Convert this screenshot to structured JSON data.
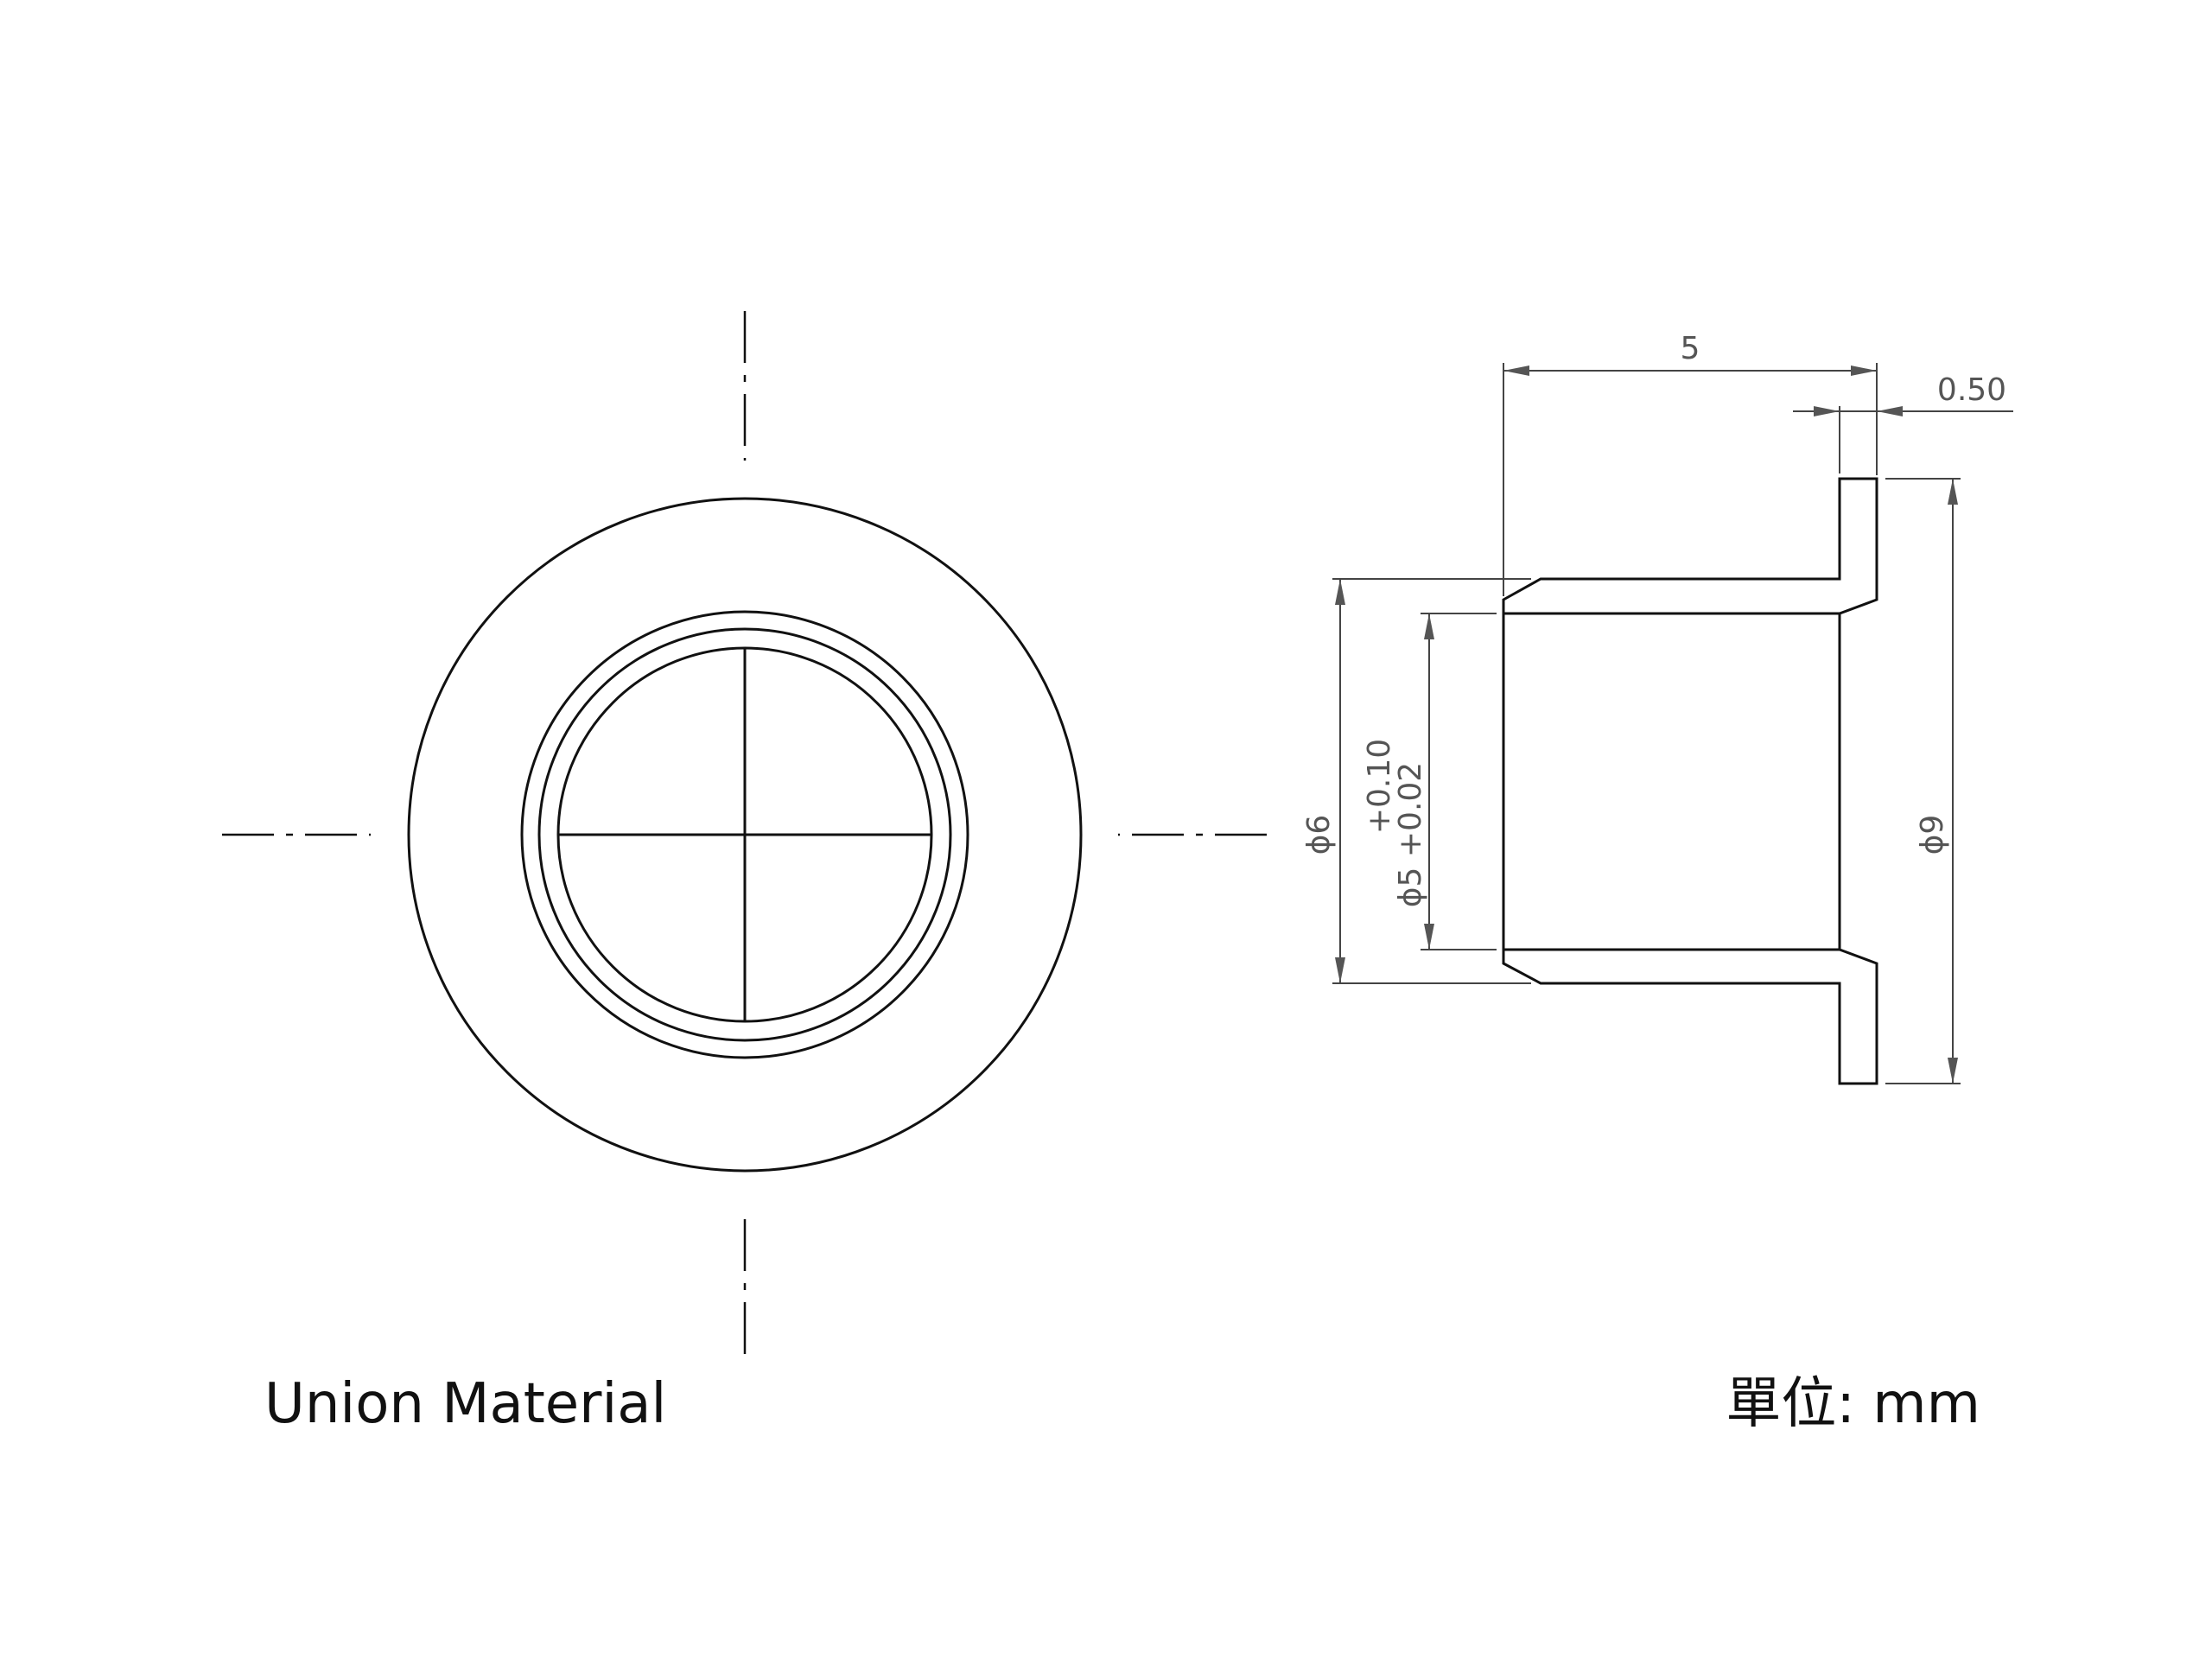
{
  "title_left": "Union Material",
  "units_label": "單位: mm",
  "dimensions": {
    "length": "5",
    "flange_thickness": "0.50",
    "outer_diameter": "ϕ6",
    "bore_diameter": "ϕ5",
    "bore_tolerance_upper": "+0.10",
    "bore_tolerance_lower": "+0.02",
    "flange_diameter": "ϕ9"
  }
}
